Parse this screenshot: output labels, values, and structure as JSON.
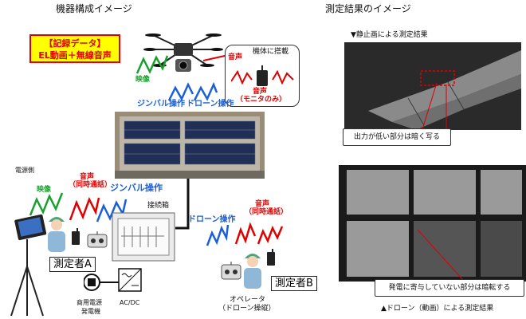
{
  "left_title": "機器構成イメージ",
  "right_title": "測定結果のイメージ",
  "record_box": {
    "line1": "【記録データ】",
    "line2": "EL動画＋無線音声"
  },
  "drone_labels": {
    "video": "映像",
    "audio": "音声",
    "mounted": "機体に搭載",
    "audio_monitor_1": "音声",
    "audio_monitor_2": "（モニタのみ）",
    "gimbal_op": "ジンバル操作",
    "drone_op": "ドローン操作"
  },
  "ground_labels": {
    "power_side": "電源側",
    "video": "映像",
    "audio_call_1": "音声",
    "audio_call_2": "（同時通話）",
    "gimbal_op": "ジンバル操作",
    "junction_box": "接続箱",
    "drone_op": "ドローン操作",
    "audio_call_b_1": "音声",
    "audio_call_b_2": "（同時通話）",
    "measurer_a": "測定者A",
    "measurer_b": "測定者B",
    "operator_1": "オペレータ",
    "operator_2": "（ドローン操縦）",
    "commercial_power_1": "商用電源",
    "commercial_power_2": "発電機",
    "acdc": "AC/DC"
  },
  "results": {
    "still_caption": "▼静止画による測定結果",
    "low_output_note": "出力が低い部分は暗く写る",
    "no_power_note": "発電に寄与していない部分は暗転する",
    "video_caption": "▲ドローン（動画）による測定結果"
  },
  "colors": {
    "red": "#e00000",
    "blue": "#1a5fd6",
    "green": "#17a02c",
    "yellow": "#ffff00"
  }
}
